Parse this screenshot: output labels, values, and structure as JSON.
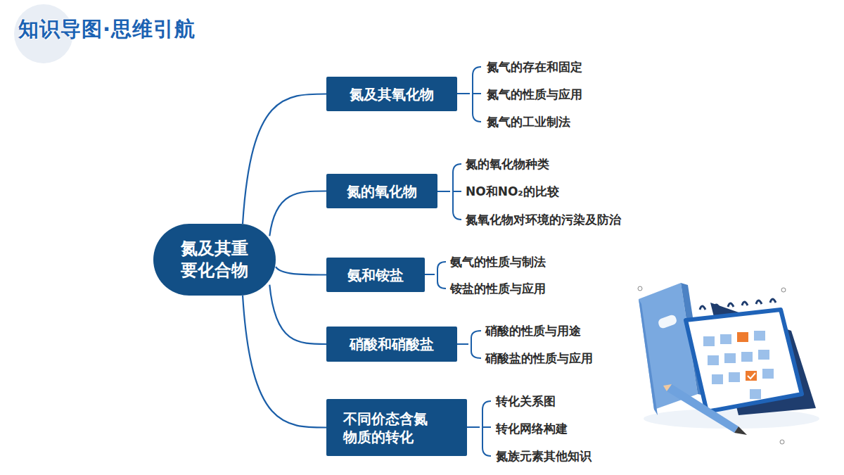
{
  "diagram": {
    "title": "知识导图·思维引航",
    "nodes": [
      {
        "text": [
          "氮及其重要化合物"
        ]
      },
      {
        "text": [
          "氮及其氧化物"
        ]
      },
      {
        "text": [
          "氮的氧化物"
        ]
      },
      {
        "text": [
          "氨和铵盐"
        ]
      },
      {
        "text": [
          "硝酸和硝酸盐"
        ]
      },
      {
        "text": [
          "不同价态含氮物质的转化"
        ]
      }
    ],
    "edges": [
      {
        "from": 0,
        "to": 1,
        "arrow": "none"
      },
      {
        "from": 0,
        "to": 2,
        "arrow": "none"
      },
      {
        "from": 0,
        "to": 3,
        "arrow": "none"
      },
      {
        "from": 0,
        "to": 4,
        "arrow": "none"
      },
      {
        "from": 0,
        "to": 5,
        "arrow": "none"
      }
    ],
    "labels": [
      "氮气的存在和固定",
      "氮气的性质与应用",
      "氮气的工业制法",
      "氮的氧化物种类",
      "NO和NO₂的比较",
      "氮氧化物对环境的污染及防治",
      "氨气的性质与制法",
      "铵盐的性质与应用",
      "硝酸的性质与用途",
      "硝酸盐的性质与应用",
      "转化关系图",
      "转化网络构建",
      "氮族元素其他知识"
    ]
  }
}
